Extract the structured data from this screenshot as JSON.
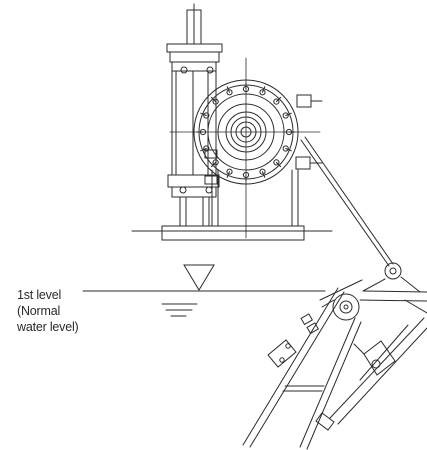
{
  "labels": {
    "level_line1": "1st level",
    "level_line2": "(Normal",
    "level_line3": "water level)"
  },
  "colors": {
    "line": "#2b2b2b",
    "background": "#ffffff"
  },
  "icons": {
    "water_level_marker": "inverted-triangle-icon"
  }
}
